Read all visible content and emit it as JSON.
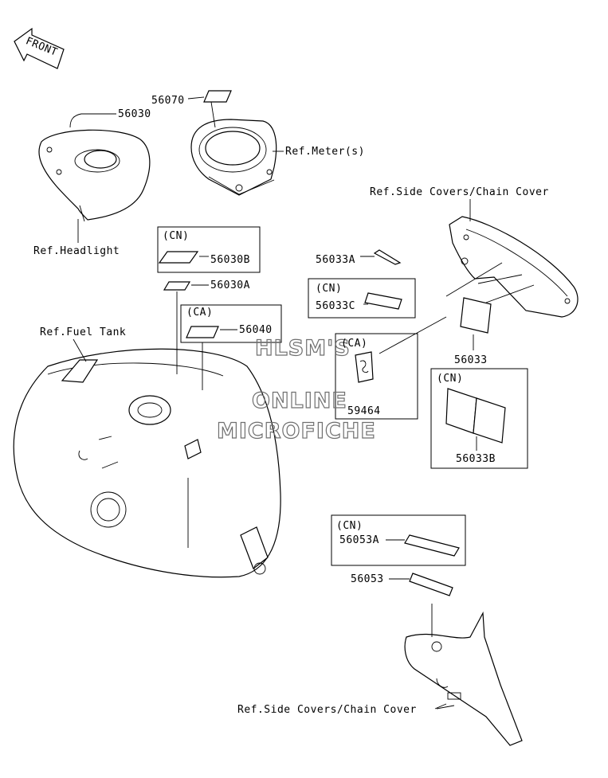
{
  "front_label": "FRONT",
  "labels": {
    "p56070": "56070",
    "p56030": "56030",
    "ref_meter": "Ref.Meter(s)",
    "ref_side_top": "Ref.Side Covers/Chain Cover",
    "ref_headlight": "Ref.Headlight",
    "cn1": "(CN)",
    "p56030B": "56030B",
    "p56030A": "56030A",
    "p56033A": "56033A",
    "cn2": "(CN)",
    "p56033C": "56033C",
    "ca1": "(CA)",
    "p56040": "56040",
    "ref_fuel": "Ref.Fuel Tank",
    "ca2": "(CA)",
    "p59464": "59464",
    "p56033": "56033",
    "cn3": "(CN)",
    "p56033B": "56033B",
    "cn4": "(CN)",
    "p56053A": "56053A",
    "p56053": "56053",
    "ref_side_bottom": "Ref.Side Covers/Chain Cover"
  },
  "watermark": {
    "line1": "HLSM'S",
    "line2": "ONLINE",
    "line3": "MICROFICHE"
  }
}
